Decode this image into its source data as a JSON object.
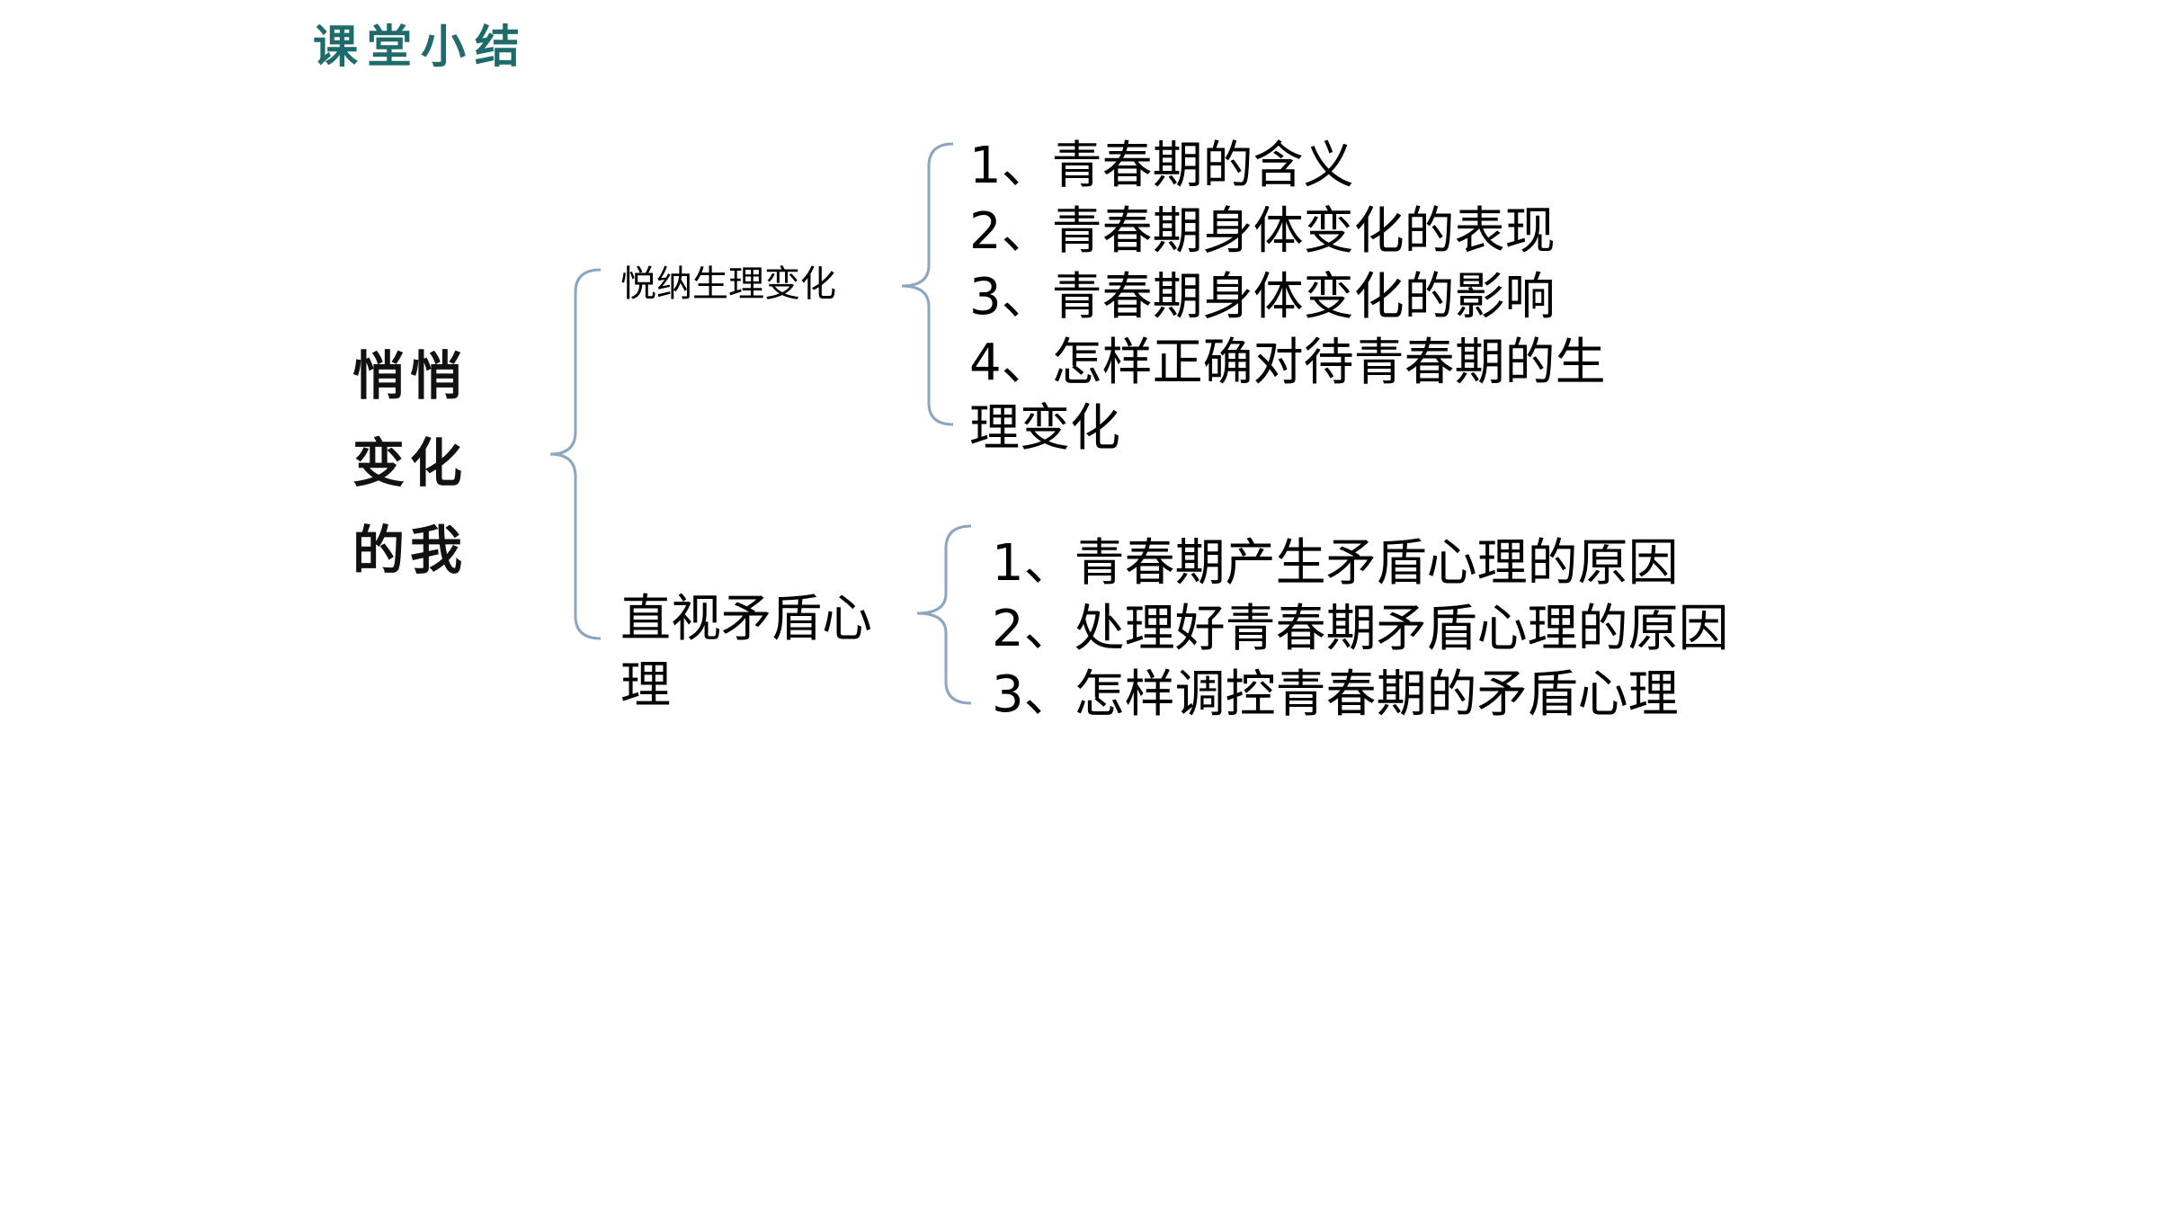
{
  "slide": {
    "section_title": "课堂小结",
    "main_topic": {
      "lines": [
        "悄悄",
        "变化",
        "的我"
      ]
    },
    "branches": [
      {
        "label": "悦纳生理变化",
        "items": [
          "1、青春期的含义",
          "2、青春期身体变化的表现",
          "3、青春期身体变化的影响",
          "4、怎样正确对待青春期的生理变化"
        ]
      },
      {
        "label": "直视矛盾心理",
        "items": [
          "1、青春期产生矛盾心理的原因",
          "2、处理好青春期矛盾心理的原因",
          "3、怎样调控青春期的矛盾心理"
        ]
      }
    ],
    "colors": {
      "title": "#1f6b6b",
      "brace": "#8aa6c1",
      "text": "#000000"
    },
    "icons": [
      "curly-brace-icon"
    ]
  }
}
